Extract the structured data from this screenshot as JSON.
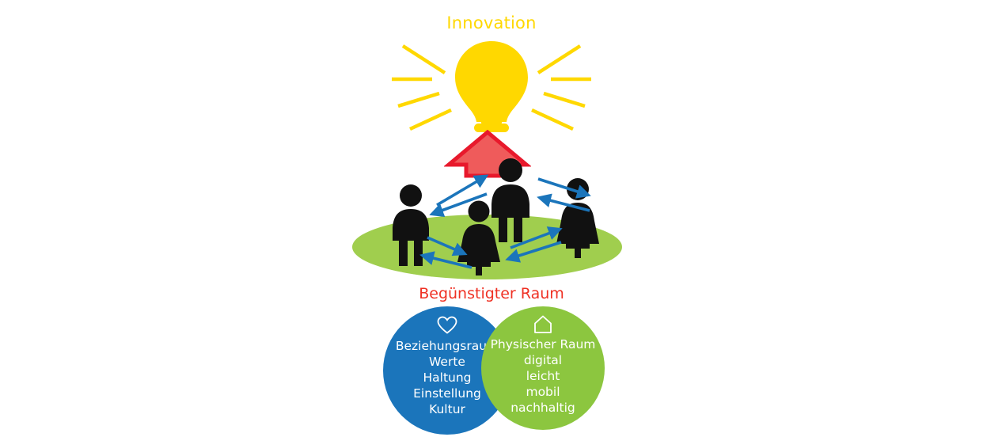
{
  "title": {
    "innovation_label": "Innovation"
  },
  "icons": {
    "lightbulb": "lightbulb-icon",
    "up_arrow": "red-up-arrow-icon",
    "heart": "heart-icon",
    "house": "house-icon",
    "person_male": "person-male-icon",
    "person_female": "person-female-icon",
    "exchange_arrow": "exchange-arrow-icon"
  },
  "colors": {
    "yellow": "#ffd800",
    "red_text": "#ef3124",
    "red_arrow_fill": "#ef5b5b",
    "red_arrow_stroke": "#e8192c",
    "green_ellipse": "#a0ce4e",
    "green_circle": "#8cc63f",
    "blue_circle": "#1b75bb",
    "blue_arrow": "#1b75bb",
    "person_black": "#111111",
    "background": "#ffffff"
  },
  "space": {
    "caption": "Begünstigter Raum"
  },
  "people": [
    {
      "name": "person-left",
      "gender": "male"
    },
    {
      "name": "person-center-front",
      "gender": "female"
    },
    {
      "name": "person-center-back",
      "gender": "male"
    },
    {
      "name": "person-right",
      "gender": "female"
    }
  ],
  "circles": {
    "relational": {
      "icon": "heart-icon",
      "lines": [
        "Beziehungsraum",
        "Werte",
        "Haltung",
        "Einstellung",
        "Kultur"
      ]
    },
    "physical": {
      "icon": "house-icon",
      "lines": [
        "Physischer Raum",
        "digital",
        "leicht",
        "mobil",
        "nachhaltig"
      ]
    }
  }
}
